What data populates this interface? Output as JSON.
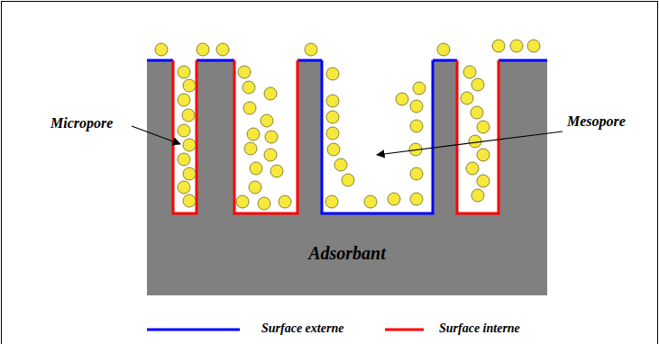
{
  "diagram": {
    "labels": [
      "Micropore",
      "Mesopore",
      "Adsorbant"
    ],
    "legend": [
      {
        "text": "Surface externe"
      },
      {
        "text": "Surface interne"
      }
    ]
  }
}
